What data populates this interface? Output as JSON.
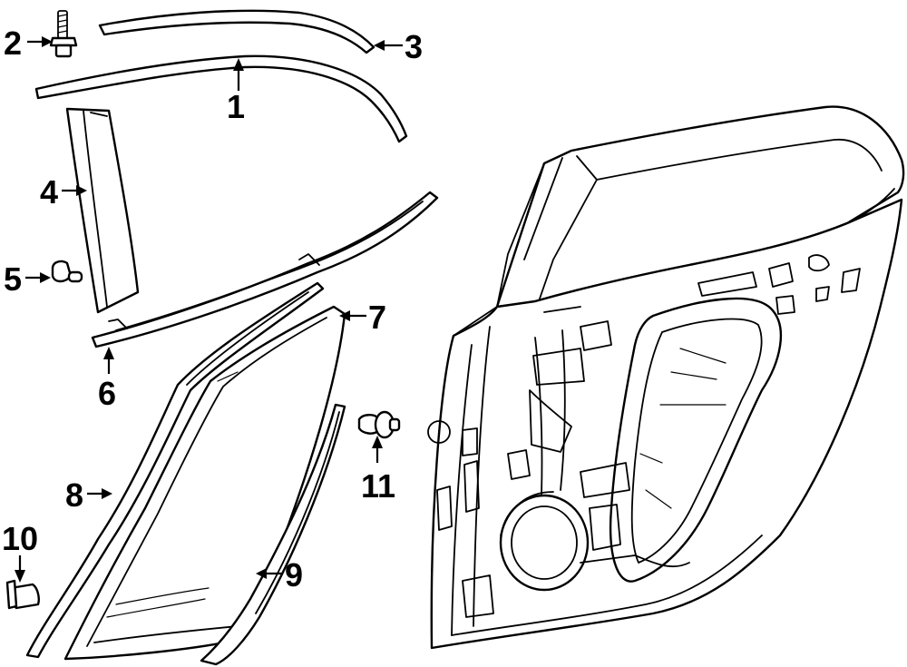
{
  "diagram": {
    "callouts": [
      {
        "id": "1",
        "label": "1",
        "part": "roof-molding"
      },
      {
        "id": "2",
        "label": "2",
        "part": "bolt"
      },
      {
        "id": "3",
        "label": "3",
        "part": "upper-molding"
      },
      {
        "id": "4",
        "label": "4",
        "part": "pillar-applique"
      },
      {
        "id": "5",
        "label": "5",
        "part": "clip"
      },
      {
        "id": "6",
        "label": "6",
        "part": "belt-molding"
      },
      {
        "id": "7",
        "label": "7",
        "part": "quarter-glass"
      },
      {
        "id": "8",
        "label": "8",
        "part": "channel-seal"
      },
      {
        "id": "9",
        "label": "9",
        "part": "run-channel"
      },
      {
        "id": "10",
        "label": "10",
        "part": "push-clip"
      },
      {
        "id": "11",
        "label": "11",
        "part": "retainer-clip"
      }
    ],
    "colors": {
      "line": "#000000",
      "background": "#ffffff"
    }
  }
}
